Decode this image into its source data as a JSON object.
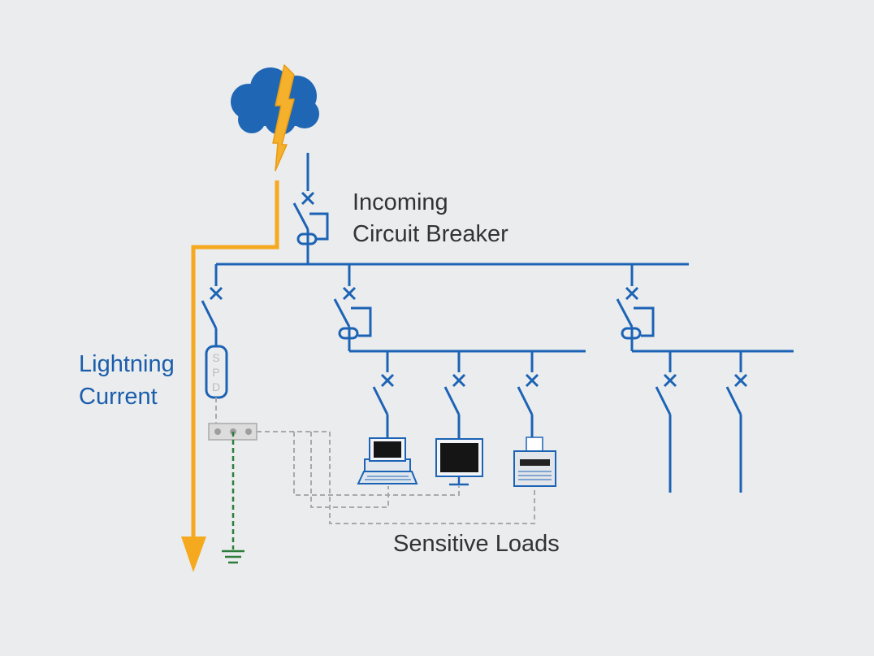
{
  "labels": {
    "incoming_line1": "Incoming",
    "incoming_line2": "Circuit Breaker",
    "lightning_line1": "Lightning",
    "lightning_line2": "Current",
    "sensitive_loads": "Sensitive Loads"
  },
  "spd": {
    "letters": [
      "S",
      "P",
      "D"
    ]
  },
  "colors": {
    "circuit": "#1c63b5",
    "lightning": "#f5a91e",
    "earth": "#2d7d3a",
    "equipotential": "#a9a9a9",
    "cloud": "#1f67b4",
    "background": "#ebecee"
  },
  "icons": [
    "cloud-icon",
    "lightning-bolt-icon",
    "computer-icon",
    "monitor-icon",
    "printer-icon",
    "ground-icon"
  ]
}
